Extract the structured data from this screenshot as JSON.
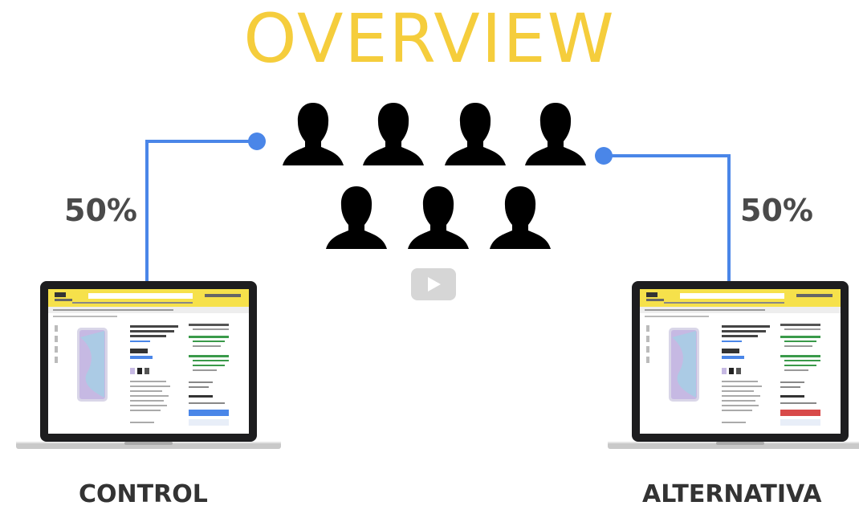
{
  "title": "OVERVIEW",
  "left": {
    "percent": "50%",
    "caption": "CONTROL"
  },
  "right": {
    "percent": "50%",
    "caption": "ALTERNATIVA"
  },
  "colors": {
    "title": "#f5cd3c",
    "connector": "#4a86e8",
    "people": "#000000",
    "shop_header": "#f6e14b",
    "cta_control": "#4a86e8",
    "cta_alternative": "#d84a4a"
  },
  "icons": [
    "person-icon",
    "laptop-icon",
    "play-icon"
  ]
}
